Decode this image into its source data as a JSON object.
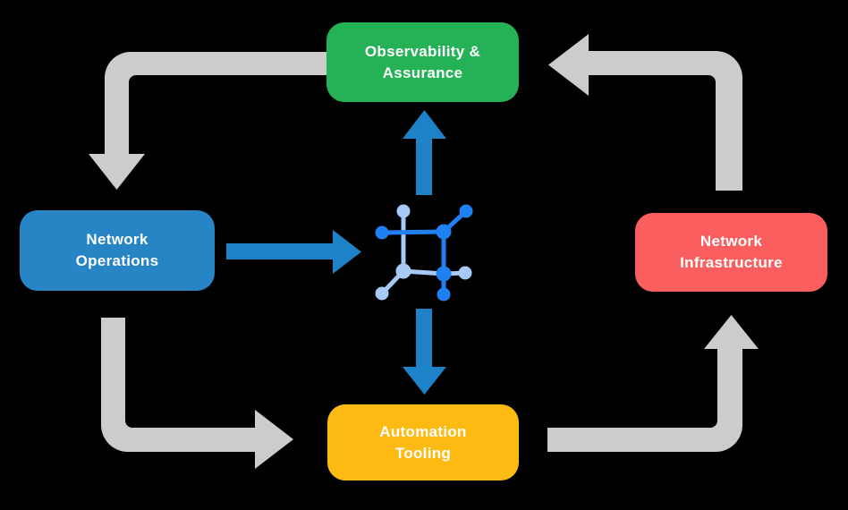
{
  "colors": {
    "background": "#000000",
    "flow_arrow": "#cccccc",
    "accent_arrow": "#1e82c8",
    "icon_dark": "#1f80f2",
    "icon_light": "#a6c9f5",
    "label_text": "#ffffff"
  },
  "nodes": [
    {
      "id": "observability-assurance",
      "lines": [
        "Observability &",
        "Assurance"
      ],
      "color": "#25b155"
    },
    {
      "id": "network-operations",
      "lines": [
        "Network",
        "Operations"
      ],
      "color": "#2785c6"
    },
    {
      "id": "network-infrastructure",
      "lines": [
        "Network",
        "Infrastructure"
      ],
      "color": "#fa5e5e"
    },
    {
      "id": "automation-tooling",
      "lines": [
        "Automation",
        "Tooling"
      ],
      "color": "#fcba12"
    }
  ],
  "center_icon": {
    "name": "network-platform-icon"
  },
  "arrows": {
    "cycle": [
      {
        "id": "observability-to-operations",
        "direction": "down"
      },
      {
        "id": "operations-to-automation",
        "direction": "right"
      },
      {
        "id": "automation-to-infrastructure",
        "direction": "up"
      },
      {
        "id": "infrastructure-to-observability",
        "direction": "left"
      }
    ],
    "accent": [
      {
        "id": "operations-to-center",
        "direction": "right"
      },
      {
        "id": "center-to-observability",
        "direction": "up"
      },
      {
        "id": "center-to-automation",
        "direction": "down"
      }
    ]
  }
}
